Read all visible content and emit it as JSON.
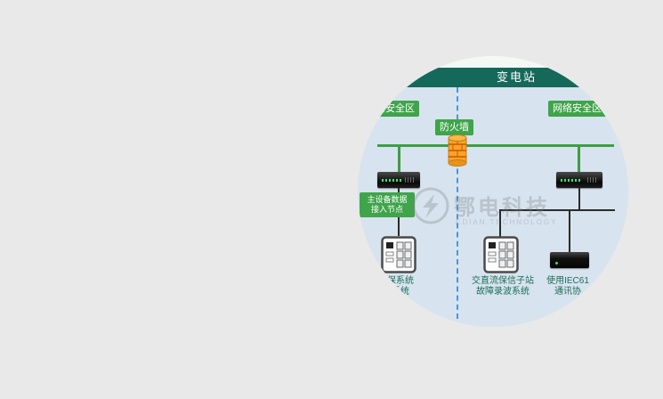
{
  "page": {
    "background_color": "#e9e9e9"
  },
  "diagram": {
    "banner": {
      "title": "变电站"
    },
    "zones": {
      "left_label": "网络安全区",
      "right_label": "网络安全区"
    },
    "firewall": {
      "label": "防火墙"
    },
    "node_label": {
      "line1": "主设备数据",
      "line2": "接入节点"
    },
    "captions": [
      {
        "lines": [
          "保系统",
          "系统"
        ]
      },
      {
        "lines": [
          "交直流保信子站",
          "故障录波系统"
        ]
      },
      {
        "lines": [
          "使用IEC61",
          "通讯协"
        ]
      }
    ],
    "colors": {
      "banner": "#15695a",
      "label_green": "#3fa44a",
      "line_green": "#3f9d45",
      "boundary_blue": "#4f94d8",
      "caption_text": "#1b6e58",
      "diagram_bg": "#d7e3ee",
      "firewall_orange": "#f5a623"
    }
  },
  "watermark": {
    "name": "鄂电科技",
    "subtitle": "EDIAN TECHNOLOGY"
  }
}
